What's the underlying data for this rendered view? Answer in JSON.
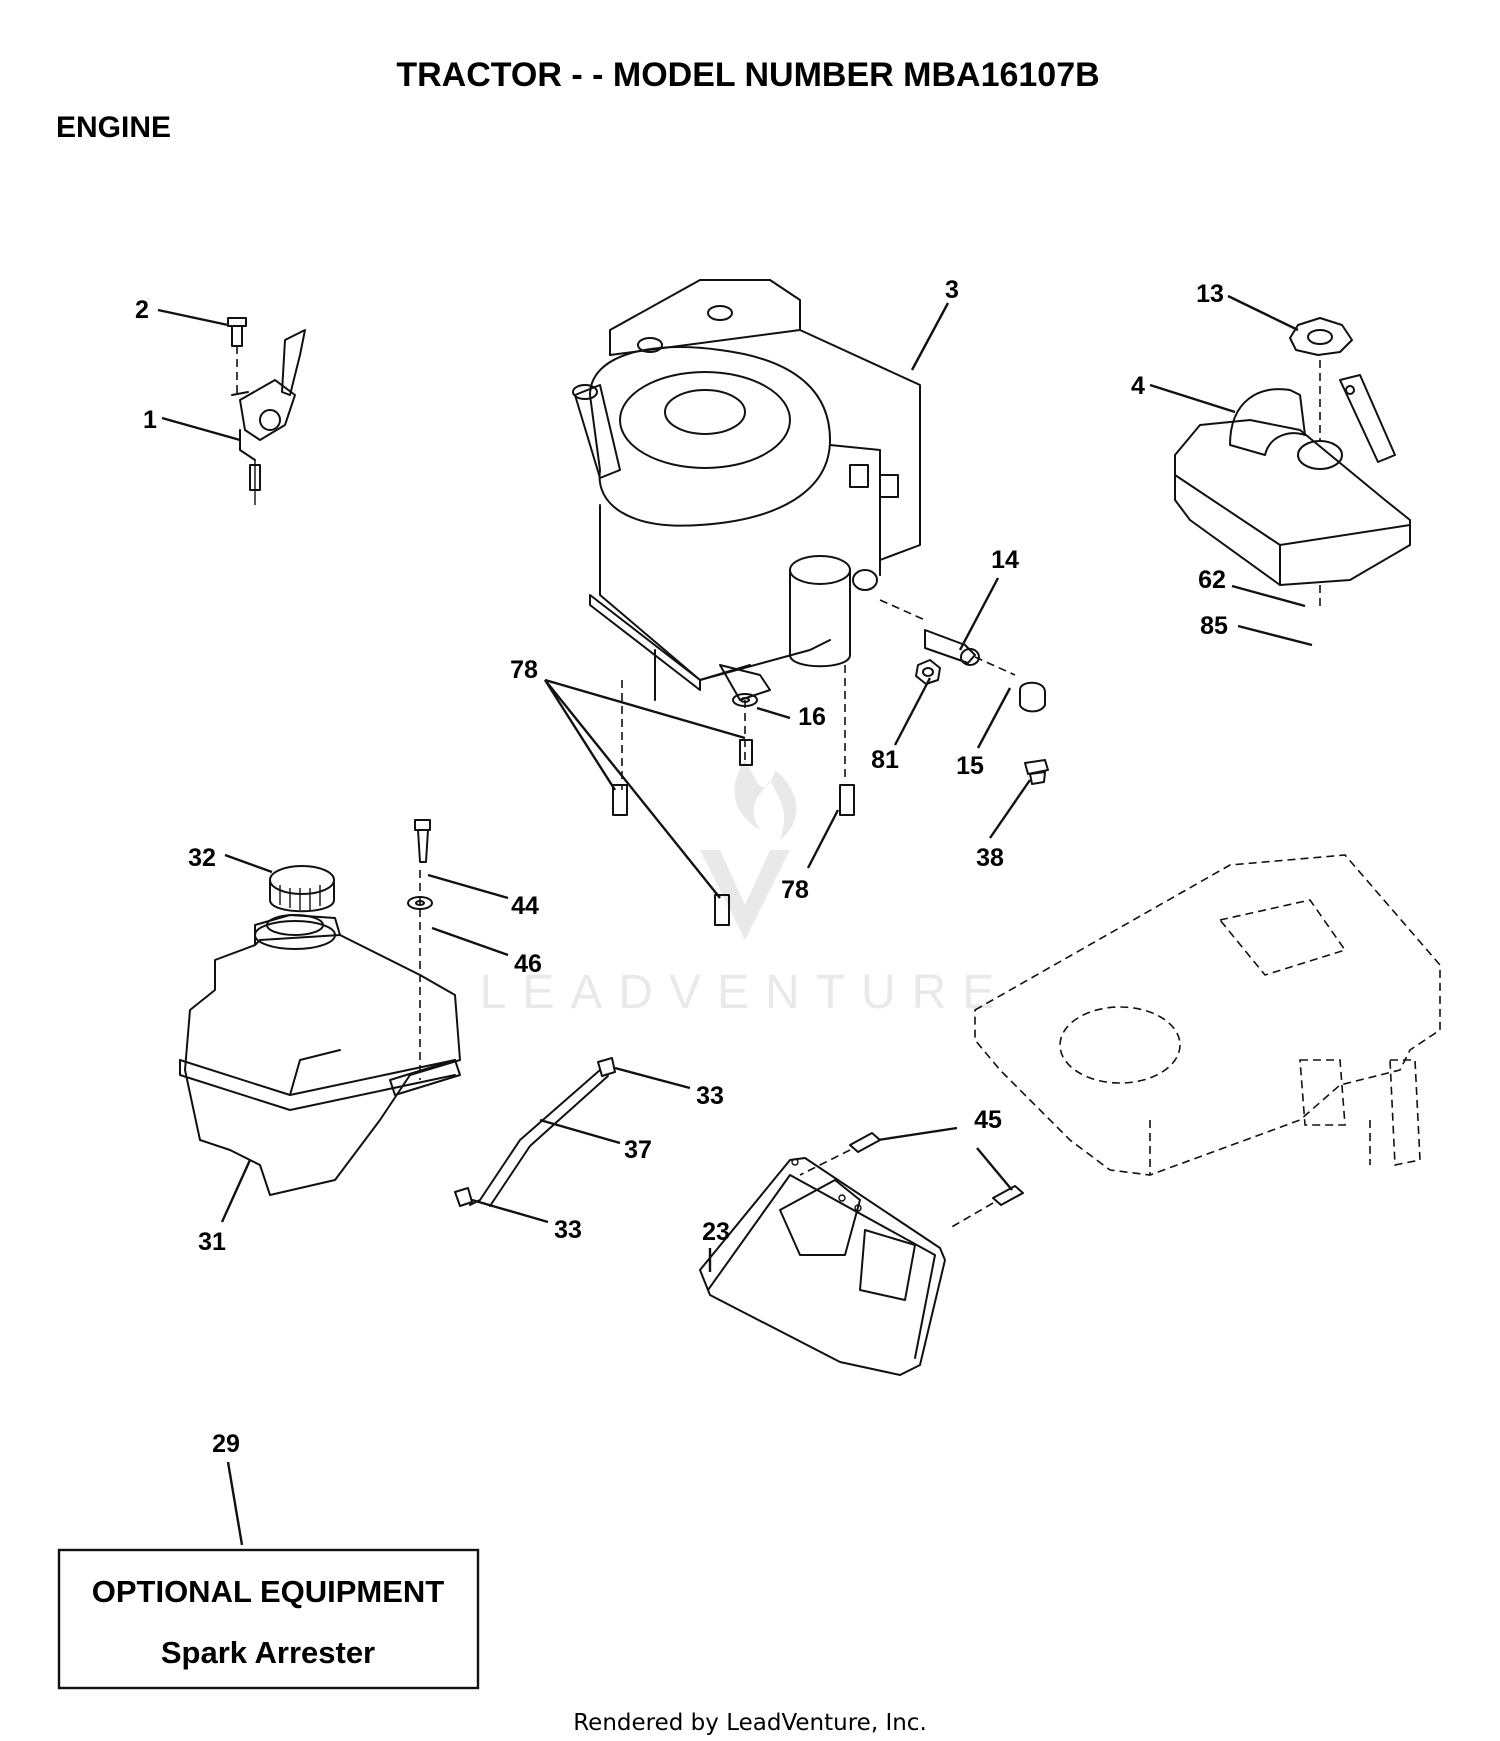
{
  "header": {
    "title": "TRACTOR - - MODEL NUMBER MBA16107B",
    "section": "ENGINE"
  },
  "callouts": {
    "c1": "1",
    "c2": "2",
    "c3": "3",
    "c4": "4",
    "c13": "13",
    "c14": "14",
    "c15": "15",
    "c16": "16",
    "c23": "23",
    "c29": "29",
    "c31": "31",
    "c32": "32",
    "c33a": "33",
    "c33b": "33",
    "c37": "37",
    "c38": "38",
    "c44": "44",
    "c45": "45",
    "c46": "46",
    "c62": "62",
    "c78a": "78",
    "c78b": "78",
    "c81": "81",
    "c85": "85"
  },
  "optional_box": {
    "heading": "OPTIONAL EQUIPMENT",
    "item": "Spark Arrester"
  },
  "watermark": "LEADVENTURE",
  "footer": "Rendered by LeadVenture, Inc."
}
